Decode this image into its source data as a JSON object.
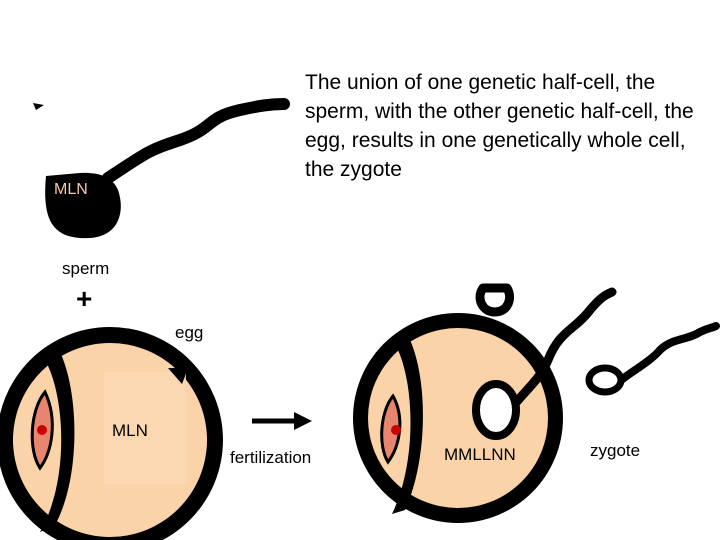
{
  "caption": "The union of one genetic half-cell, the sperm, with the other genetic half-cell, the egg, results in one genetically whole cell, the zygote",
  "labels": {
    "sperm_genes": "MLN",
    "sperm": "sperm",
    "plus": "+",
    "egg": "egg",
    "egg_genes": "MLN",
    "process": "fertilization",
    "zygote_genes": "MMLLNN",
    "zygote": "zygote"
  },
  "colors": {
    "outline": "#000000",
    "cytoplasm": "#fbd3a8",
    "nucleus_outer": "#e8856f",
    "nucleus_core": "#cc0000",
    "background": "#ffffff"
  }
}
